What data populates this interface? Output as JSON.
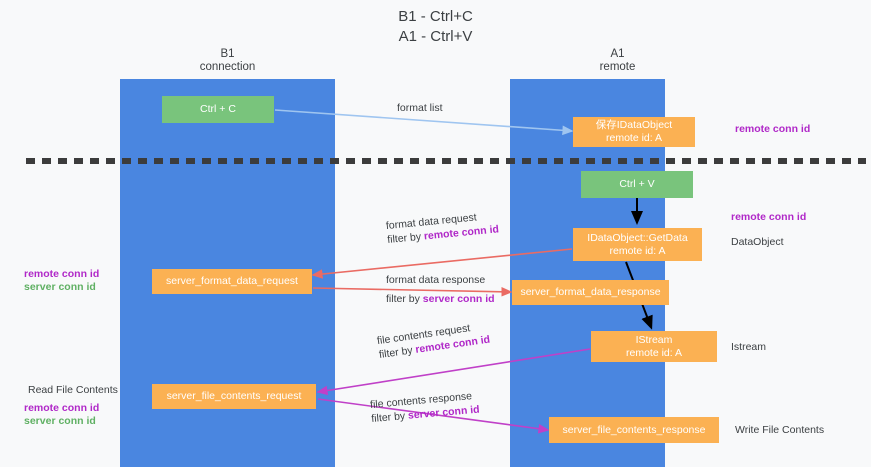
{
  "title": {
    "line1": "B1 - Ctrl+C",
    "line2": "A1 - Ctrl+V"
  },
  "columns": [
    {
      "name": "B1",
      "role": "connection"
    },
    {
      "name": "A1",
      "role": "remote"
    }
  ],
  "colors": {
    "lane": "#4a86e0",
    "action_box": "#79c47c",
    "message_box": "#fbb153",
    "remote_conn_id": "#b028c8",
    "server_conn_id": "#5fb063",
    "arrow_format_list": "#9fc5f0",
    "arrow_format_data": "#ea6b63",
    "arrow_file_contents": "#c040c8",
    "arrow_internal": "#000000",
    "divider": "#3c3c3c",
    "background": "#f8f9fa"
  },
  "boxes": {
    "ctrl_c": {
      "label": "Ctrl + C",
      "sub": ""
    },
    "save_idataobject": {
      "label": "保存IDataObject",
      "sub": "remote id: A"
    },
    "ctrl_v": {
      "label": "Ctrl + V",
      "sub": ""
    },
    "getdata": {
      "label": "IDataObject::GetData",
      "sub": "remote id: A"
    },
    "server_format_data_request": {
      "label": "server_format_data_request",
      "sub": ""
    },
    "server_format_data_response": {
      "label": "server_format_data_response",
      "sub": ""
    },
    "istream": {
      "label": "IStream",
      "sub": "remote id: A"
    },
    "server_file_contents_request": {
      "label": "server_file_contents_request",
      "sub": ""
    },
    "server_file_contents_response": {
      "label": "server_file_contents_response",
      "sub": ""
    }
  },
  "edge_labels": {
    "format_list": "format list",
    "format_data_request": "format data request",
    "format_data_request_filter_prefix": "filter by ",
    "format_data_request_filter_key": "remote conn id",
    "format_data_response": "format data response",
    "format_data_response_filter_prefix": "filter by ",
    "format_data_response_filter_key": "server conn id",
    "file_contents_request": "file contents request",
    "file_contents_request_filter_prefix": "filter by ",
    "file_contents_request_filter_key": "remote conn id",
    "file_contents_response": "file contents response",
    "file_contents_response_filter_prefix": "filter by ",
    "file_contents_response_filter_key": "server conn id"
  },
  "annotations": {
    "right_remote_conn_id_top": "remote conn id",
    "right_remote_conn_id_mid": "remote conn id",
    "right_dataobject": "DataObject",
    "right_istream": "Istream",
    "right_write_file_contents": "Write File Contents",
    "left_remote_conn_id_mid": "remote conn id",
    "left_server_conn_id_mid": "server conn id",
    "left_read_file_contents": "Read File Contents",
    "left_remote_conn_id_bottom": "remote conn id",
    "left_server_conn_id_bottom": "server conn id"
  }
}
